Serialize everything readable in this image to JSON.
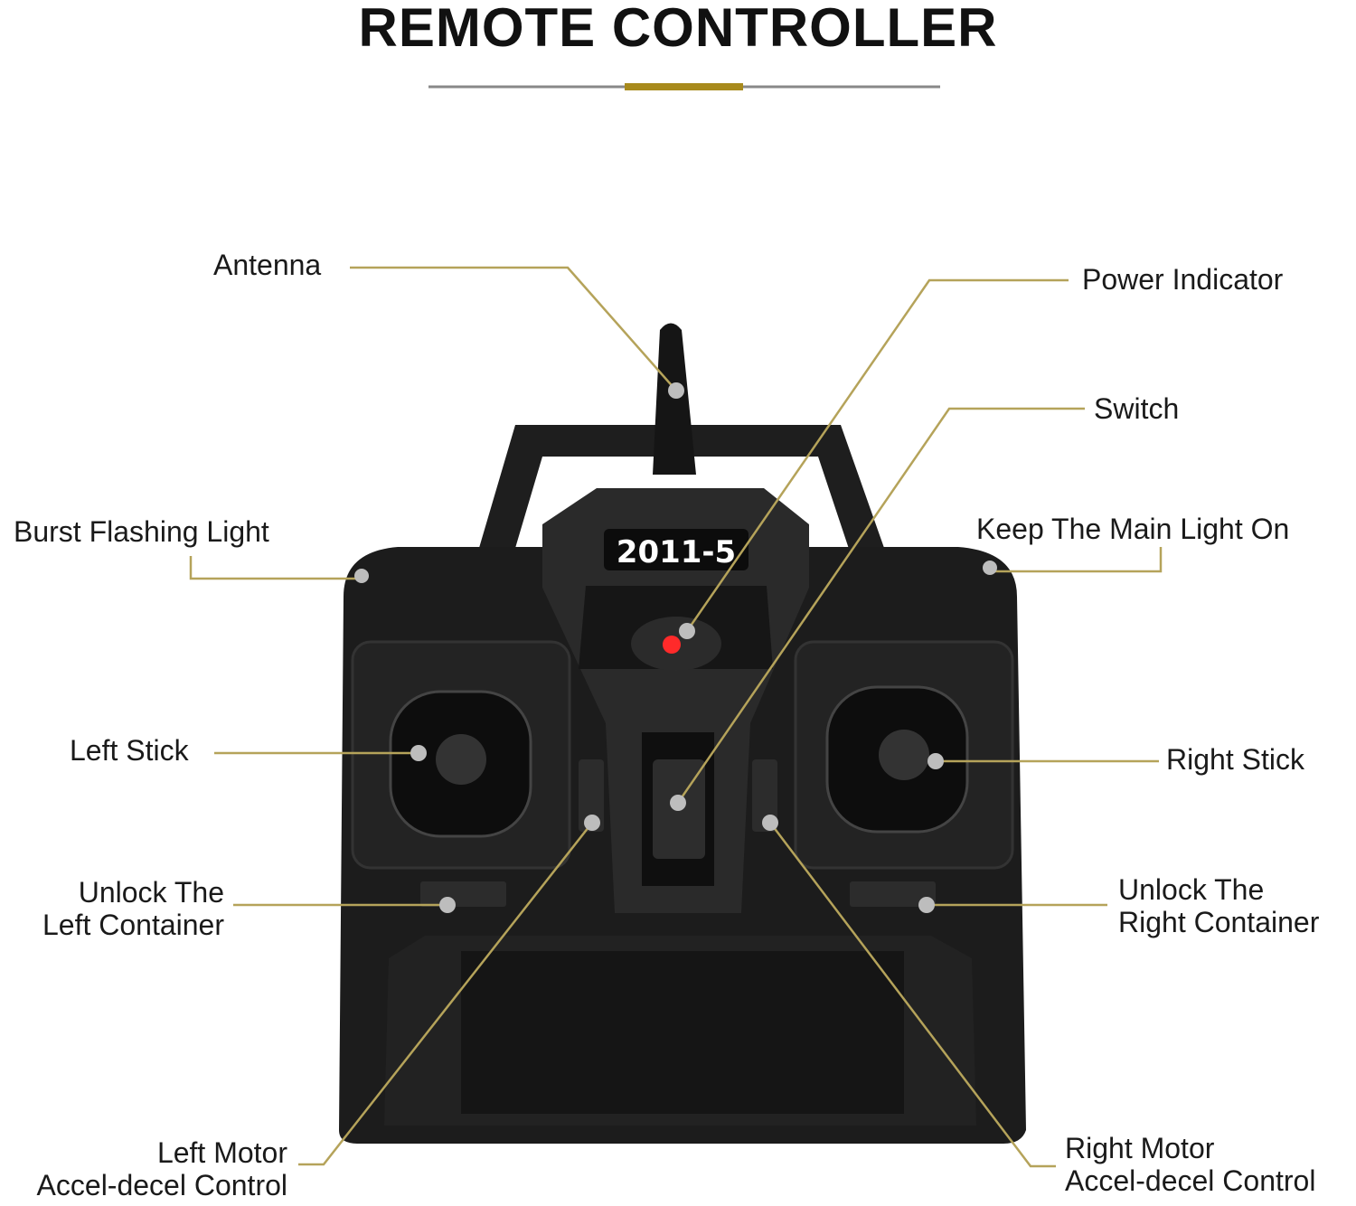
{
  "title": "REMOTE CONTROLLER",
  "model_label": "2011-5",
  "colors": {
    "accent": "#a88a1c",
    "leader": "#b5a35a",
    "body": "#1c1c1c",
    "dot": "#bdbdbd",
    "led": "#ff2a2a"
  },
  "labels": {
    "antenna": "Antenna",
    "power_indicator": "Power Indicator",
    "switch": "Switch",
    "burst_flashing_light": "Burst Flashing Light",
    "keep_main_light_on": "Keep The Main Light On",
    "left_stick": "Left Stick",
    "right_stick": "Right Stick",
    "unlock_left_1": "Unlock The",
    "unlock_left_2": "Left Container",
    "unlock_right_1": "Unlock The",
    "unlock_right_2": "Right Container",
    "left_motor_1": "Left Motor",
    "left_motor_2": "Accel-decel Control",
    "right_motor_1": "Right Motor",
    "right_motor_2": "Accel-decel Control"
  }
}
